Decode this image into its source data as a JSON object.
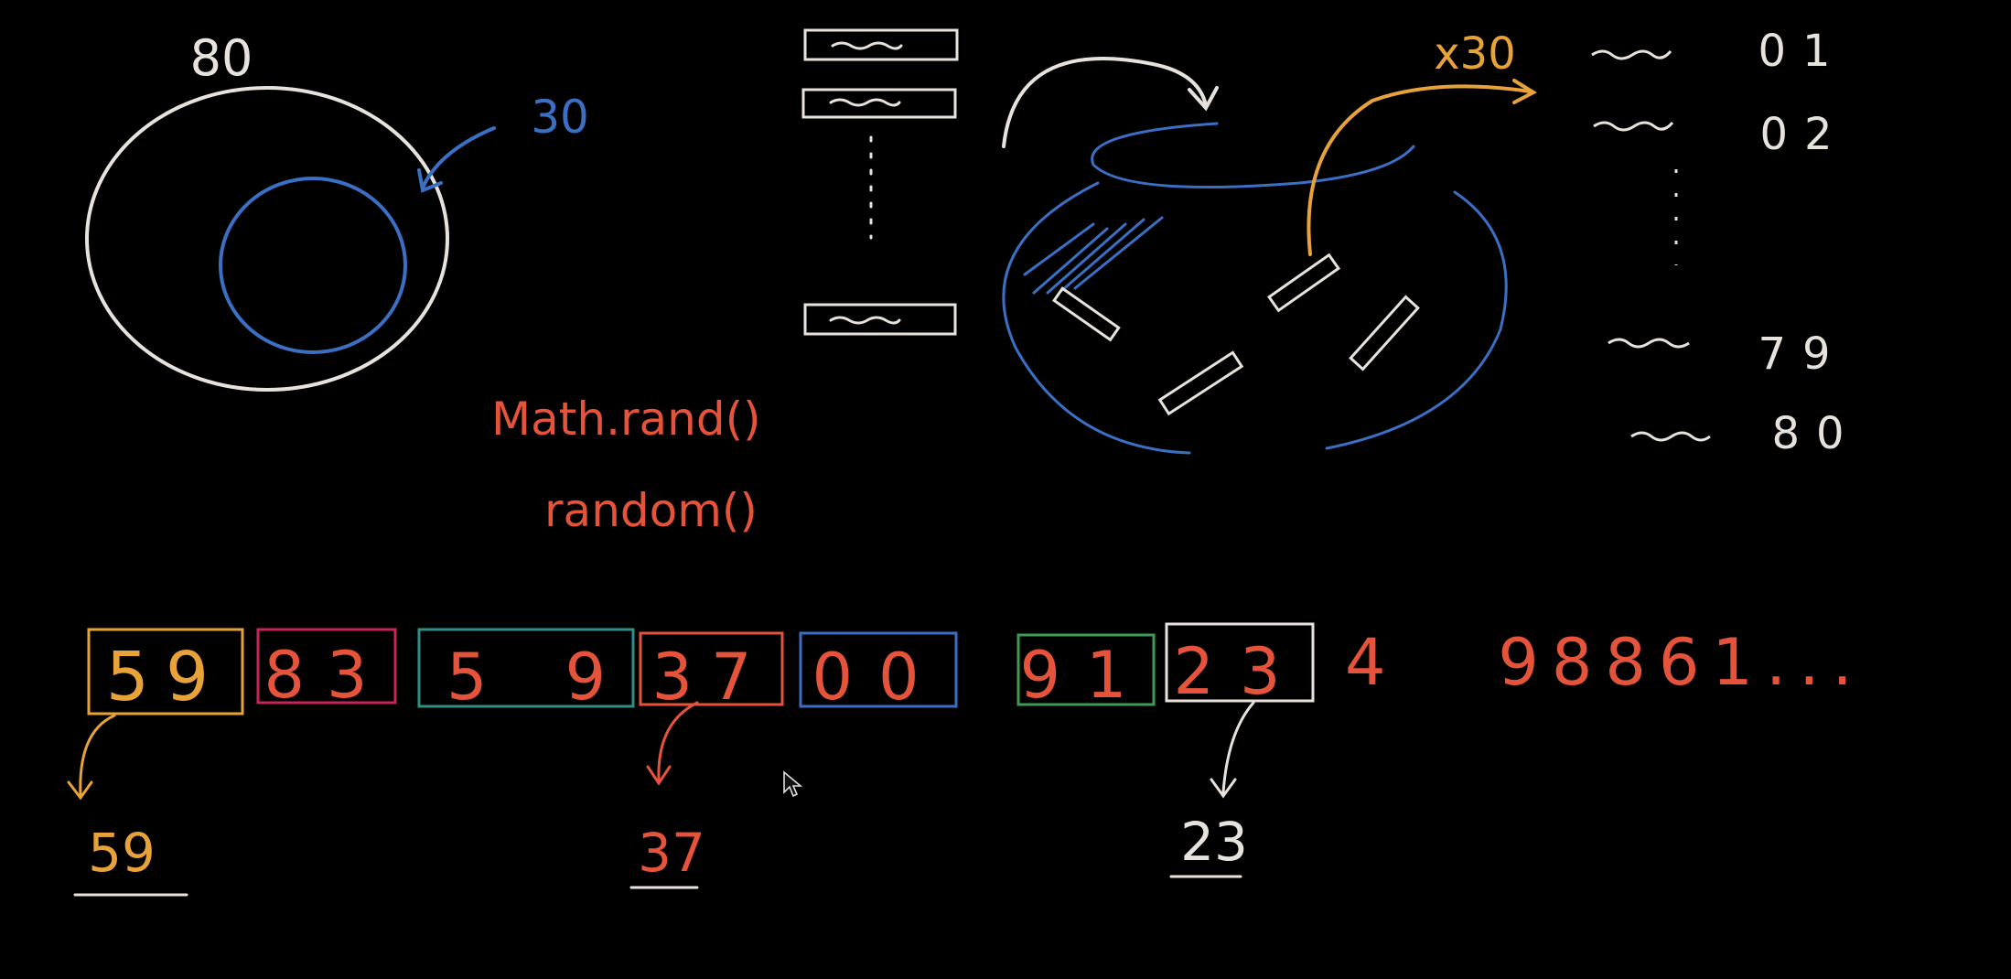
{
  "colors": {
    "background": "#000000",
    "white": "#e8e2dc",
    "blue": "#3b6fc4",
    "orange": "#e8a23a",
    "red": "#e4533a",
    "magenta": "#c8265a",
    "teal": "#2f8f87",
    "green": "#3f9a55"
  },
  "population": {
    "total_label": "80",
    "sample_label": "30"
  },
  "list_top_icons": [
    "list-row-icon",
    "list-row-icon",
    "list-row-icon"
  ],
  "functions": {
    "line1": "Math.rand()",
    "line2": "random()"
  },
  "draw": {
    "multiplier_label": "x30"
  },
  "numbered_list": {
    "items": [
      "01",
      "02",
      "79",
      "80"
    ]
  },
  "digit_groups": [
    {
      "text": "59",
      "color": "orange",
      "boxed": true
    },
    {
      "text": "83",
      "color": "magenta",
      "boxed": true
    },
    {
      "text": "5  9",
      "color": "teal",
      "boxed": true
    },
    {
      "text": "37",
      "color": "red",
      "boxed": true
    },
    {
      "text": "00",
      "color": "blue",
      "boxed": true
    },
    {
      "text": "91",
      "color": "green",
      "boxed": true
    },
    {
      "text": "23",
      "color": "white",
      "boxed": true
    }
  ],
  "trailing_digits": "4   98861...",
  "selected": [
    "59",
    "37",
    "23"
  ]
}
